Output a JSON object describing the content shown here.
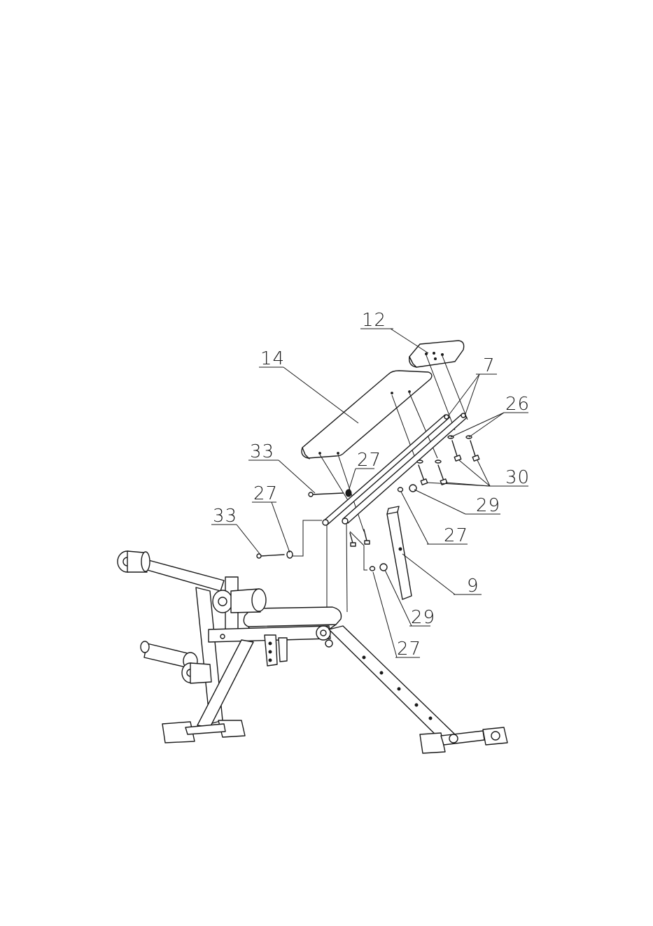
{
  "diagram": {
    "callouts": [
      {
        "id": "c12",
        "text": "12"
      },
      {
        "id": "c14",
        "text": "14"
      },
      {
        "id": "c7",
        "text": "7"
      },
      {
        "id": "c26",
        "text": "26"
      },
      {
        "id": "c33a",
        "text": "33"
      },
      {
        "id": "c27a",
        "text": "27"
      },
      {
        "id": "c30",
        "text": "30"
      },
      {
        "id": "c27b",
        "text": "27"
      },
      {
        "id": "c33b",
        "text": "33"
      },
      {
        "id": "c29a",
        "text": "29"
      },
      {
        "id": "c27c",
        "text": "27"
      },
      {
        "id": "c9",
        "text": "9"
      },
      {
        "id": "c29b",
        "text": "29"
      },
      {
        "id": "c27d",
        "text": "27"
      }
    ]
  }
}
